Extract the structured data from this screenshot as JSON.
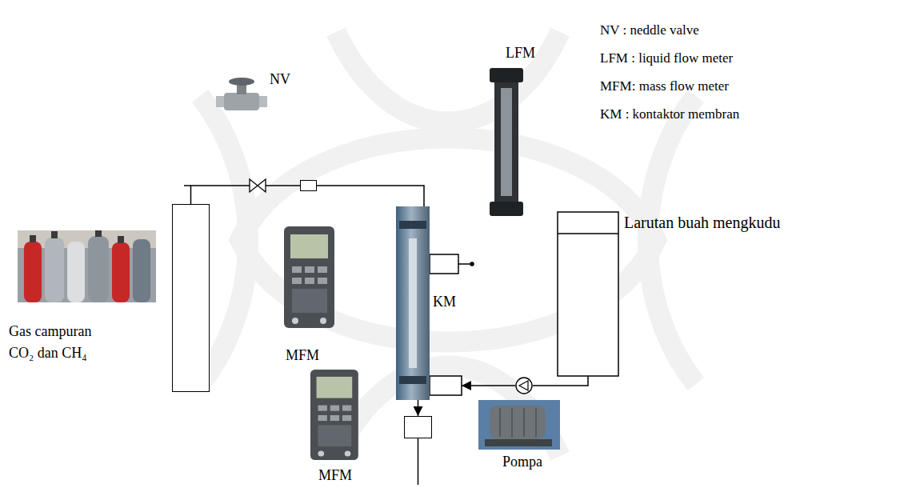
{
  "diagram": {
    "nodes": [
      {
        "text": [
          "Gas campuran CO₂ dan CH₄"
        ]
      },
      {
        "text": [
          "NV"
        ]
      },
      {
        "text": [
          "MFM"
        ]
      },
      {
        "text": [
          "KM"
        ]
      },
      {
        "text": [
          "Larutan buah mengkudu"
        ]
      },
      {
        "text": [
          "Pompa"
        ]
      },
      {
        "text": [
          "MFM"
        ]
      }
    ],
    "edges": [
      {
        "from": 0,
        "to": 1,
        "arrow": "none"
      },
      {
        "from": 1,
        "to": 2,
        "arrow": "none"
      },
      {
        "from": 2,
        "to": 3,
        "arrow": "none"
      },
      {
        "from": 4,
        "to": 5,
        "arrow": "none"
      },
      {
        "from": 5,
        "to": 3,
        "arrow": "to"
      },
      {
        "from": 3,
        "to": 6,
        "arrow": "to"
      }
    ],
    "labels": [
      "LFM",
      "NV : neddle valve",
      "LFM : liquid flow meter",
      "MFM: mass flow meter",
      "KM : kontaktor membran"
    ]
  }
}
